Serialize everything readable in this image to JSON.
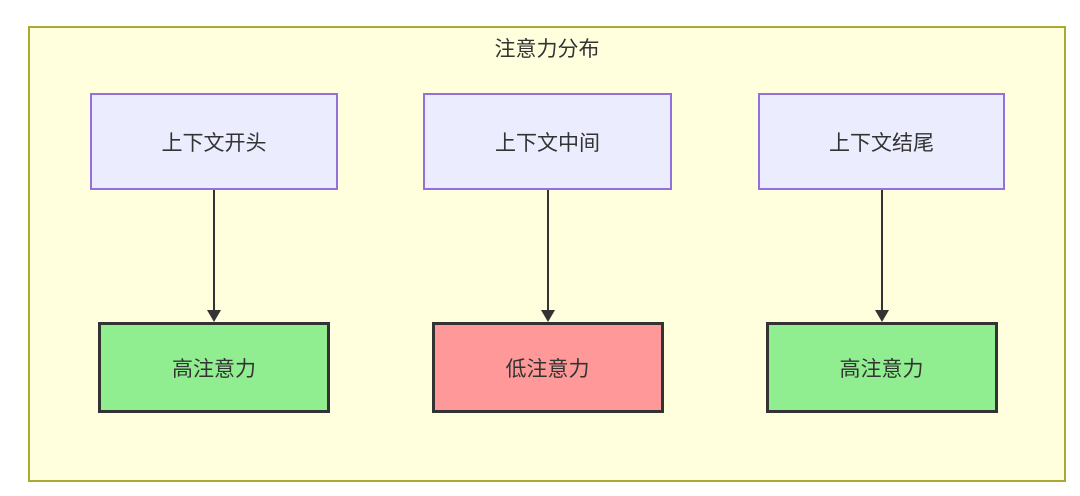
{
  "diagram": {
    "title": "注意力分布",
    "columns": [
      {
        "source": "上下文开头",
        "result": "高注意力",
        "level": "high"
      },
      {
        "source": "上下文中间",
        "result": "低注意力",
        "level": "low"
      },
      {
        "source": "上下文结尾",
        "result": "高注意力",
        "level": "high"
      }
    ],
    "colors": {
      "container_fill": "#ffffde",
      "container_border": "#aaaa33",
      "node_fill": "#ececff",
      "node_border": "#9370db",
      "high_fill": "#90ee90",
      "low_fill": "#ff9999",
      "result_border": "#333333",
      "arrow": "#333333",
      "text": "#333333"
    }
  }
}
